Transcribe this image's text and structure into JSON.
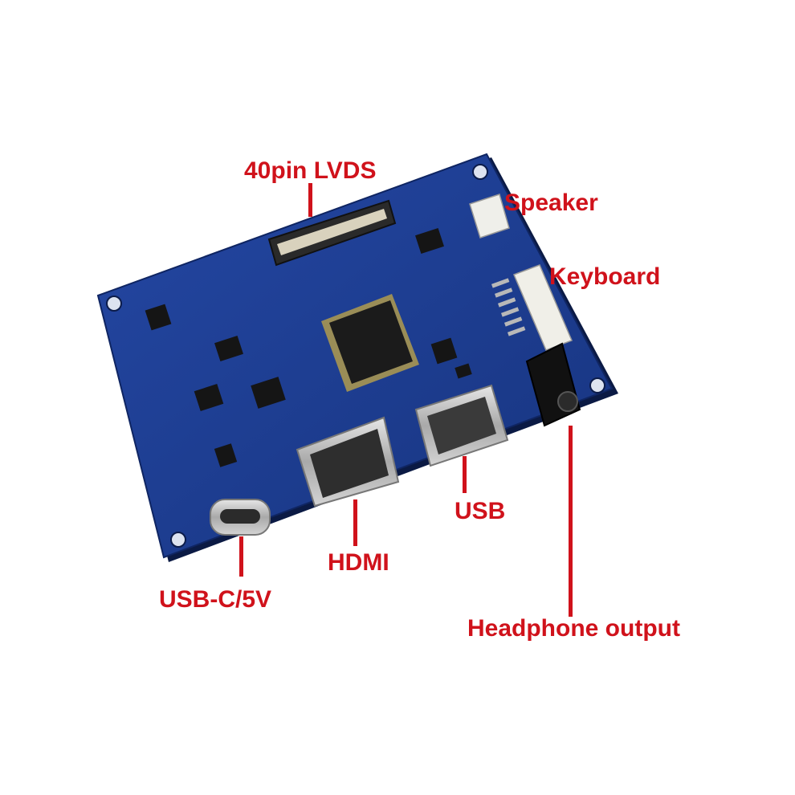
{
  "accent_color": "#d0121b",
  "board_color": "#1d3a8c",
  "labels": {
    "lvds": "40pin LVDS",
    "speaker": "Speaker",
    "keyboard": "Keyboard",
    "usb": "USB",
    "hdmi": "HDMI",
    "usbc": "USB-C/5V",
    "headphone": "Headphone output"
  }
}
